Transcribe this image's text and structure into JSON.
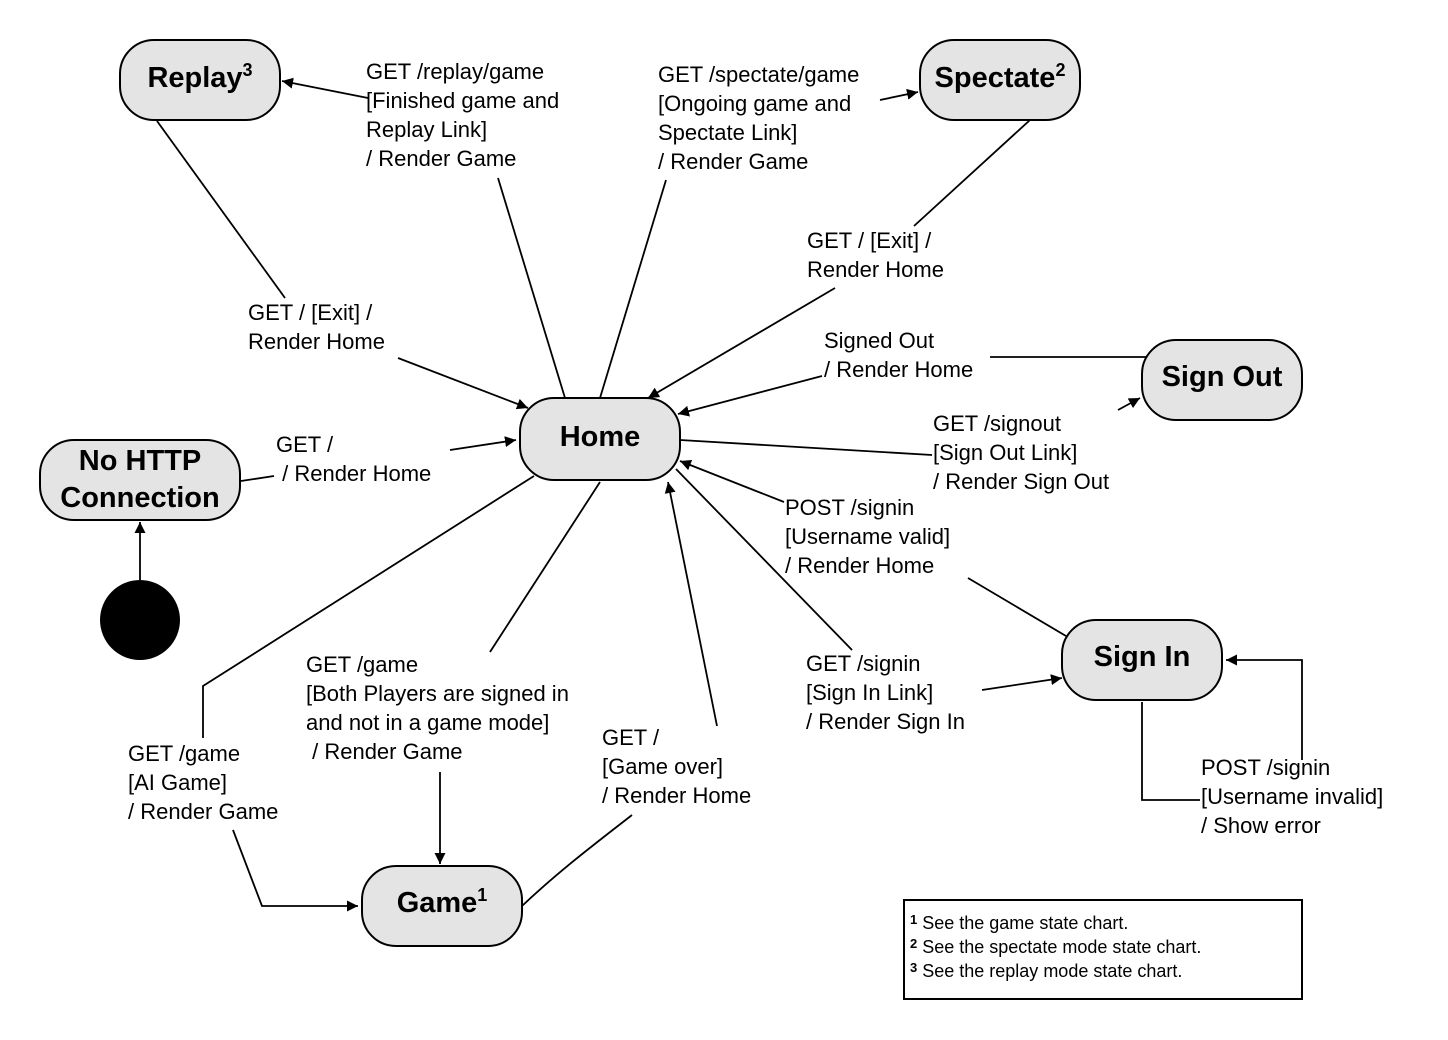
{
  "states": {
    "home": "Home",
    "replay": {
      "name": "Replay",
      "sup": "3"
    },
    "spectate": {
      "name": "Spectate",
      "sup": "2"
    },
    "signout": "Sign Out",
    "signin": "Sign In",
    "nohttp": [
      "No HTTP",
      "Connection"
    ],
    "game": {
      "name": "Game",
      "sup": "1"
    }
  },
  "transitions": {
    "home_to_replay": [
      "GET /replay/game",
      "[Finished game and",
      "Replay Link]",
      "/ Render Game"
    ],
    "home_to_spectate": [
      "GET /spectate/game",
      "[Ongoing game and",
      "Spectate Link]",
      "/ Render Game"
    ],
    "spectate_to_home": [
      "GET / [Exit] /",
      "Render Home"
    ],
    "replay_to_home": [
      "GET / [Exit] /",
      "Render Home"
    ],
    "signout_to_home": [
      "Signed Out",
      "/ Render Home"
    ],
    "home_to_signout": [
      "GET /signout",
      "[Sign Out Link]",
      "/ Render Sign Out"
    ],
    "nohttp_to_home": [
      "GET /",
      " / Render Home"
    ],
    "signin_to_home": [
      "POST /signin",
      "[Username valid]",
      "/ Render Home"
    ],
    "home_to_signin": [
      "GET /signin",
      "[Sign In Link]",
      "/ Render Sign In"
    ],
    "signin_self": [
      "POST /signin",
      "[Username invalid]",
      "/ Show error"
    ],
    "home_to_game_both": [
      "GET /game",
      "[Both Players are signed in",
      "and not in a game mode]",
      " / Render Game"
    ],
    "home_to_game_ai": [
      "GET /game",
      "[AI Game]",
      "/ Render Game"
    ],
    "game_to_home": [
      "GET /",
      "[Game over]",
      "/ Render Home"
    ]
  },
  "notes": [
    {
      "sup": "1",
      "text": "See the game state chart."
    },
    {
      "sup": "2",
      "text": "See the spectate mode state chart."
    },
    {
      "sup": "3",
      "text": "See the replay mode state chart."
    }
  ]
}
